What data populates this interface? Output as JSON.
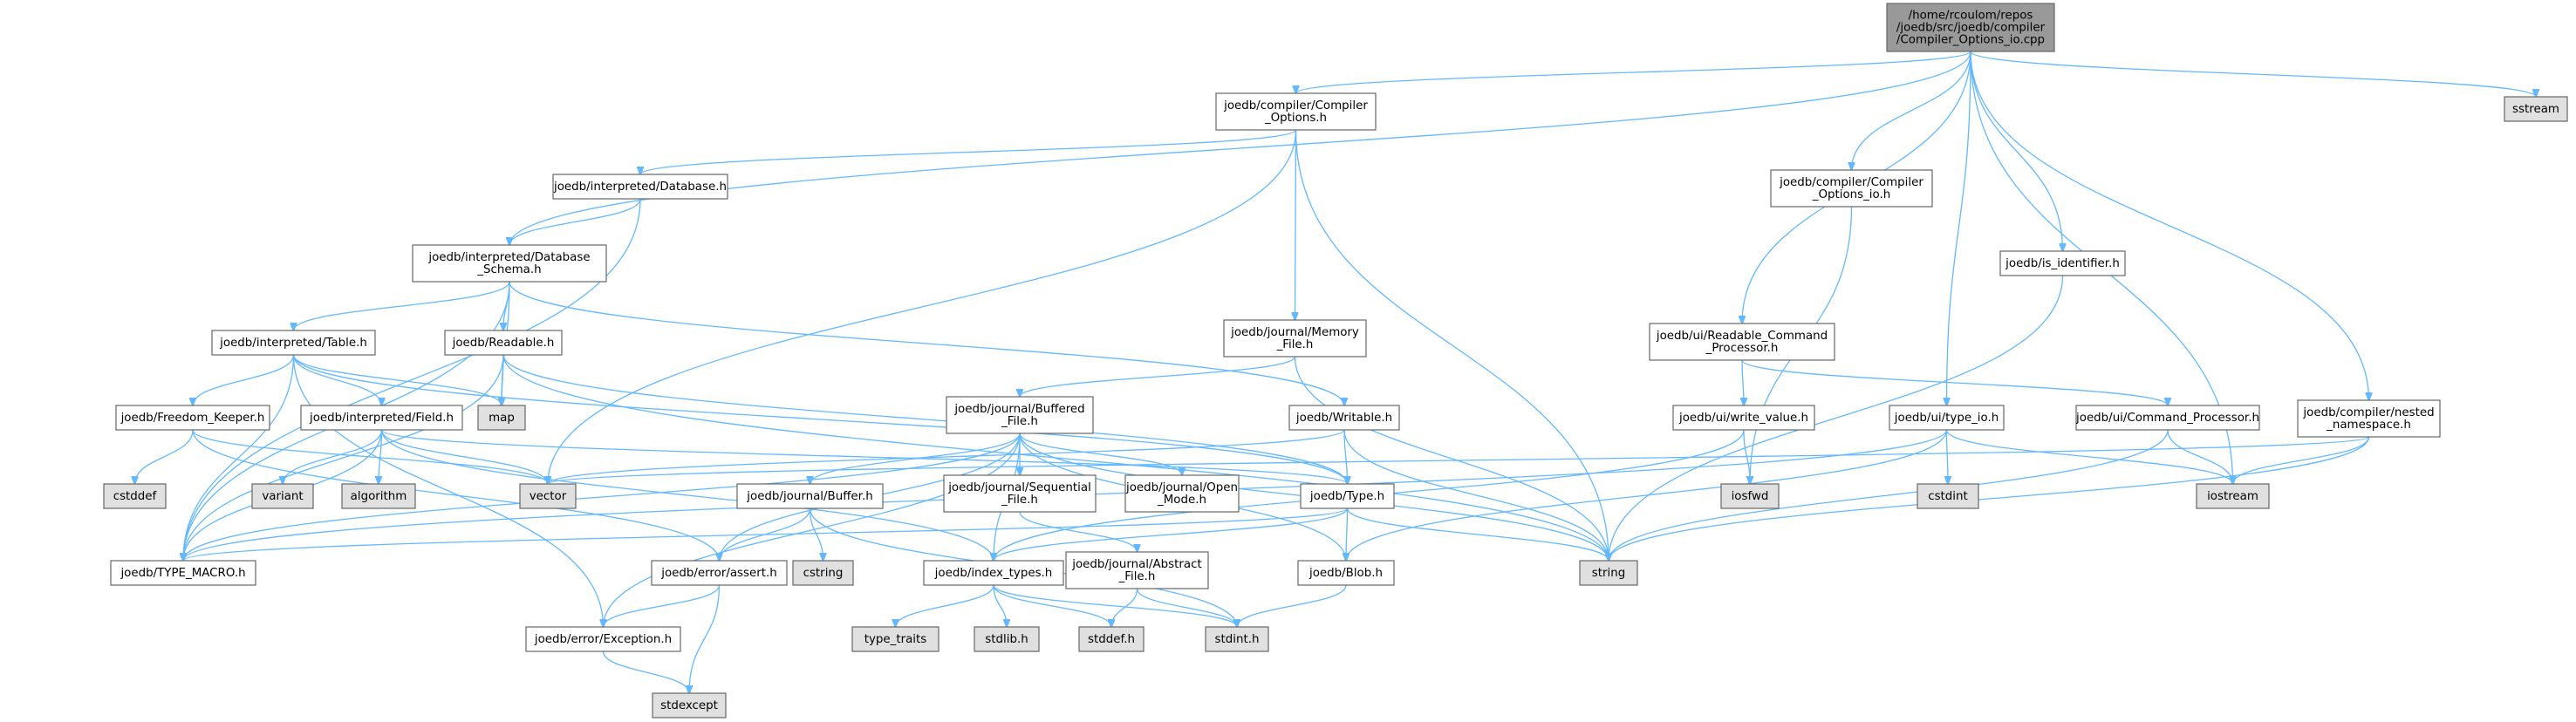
{
  "colors": {
    "background": "#ffffff",
    "edge": "#63B8FF",
    "node_fill": "#ffffff",
    "node_system_fill": "#E0E0E0",
    "node_root_fill": "#999999",
    "node_border": "#666666",
    "text": "#000000"
  },
  "nodes": [
    {
      "id": "root",
      "lines": [
        "/home/rcoulom/repos",
        "/joedb/src/joedb/compiler",
        "/Compiler_Options_io.cpp"
      ],
      "kind": "root"
    },
    {
      "id": "compiler_options",
      "lines": [
        "joedb/compiler/Compiler",
        "_Options.h"
      ],
      "kind": "header"
    },
    {
      "id": "compiler_options_io",
      "lines": [
        "joedb/compiler/Compiler",
        "_Options_io.h"
      ],
      "kind": "header"
    },
    {
      "id": "interp_database",
      "lines": [
        "joedb/interpreted/Database.h"
      ],
      "kind": "header"
    },
    {
      "id": "database_schema",
      "lines": [
        "joedb/interpreted/Database",
        "_Schema.h"
      ],
      "kind": "header"
    },
    {
      "id": "readable",
      "lines": [
        "joedb/Readable.h"
      ],
      "kind": "header"
    },
    {
      "id": "interp_table",
      "lines": [
        "joedb/interpreted/Table.h"
      ],
      "kind": "header"
    },
    {
      "id": "freedom_keeper",
      "lines": [
        "joedb/Freedom_Keeper.h"
      ],
      "kind": "header"
    },
    {
      "id": "interp_field",
      "lines": [
        "joedb/interpreted/Field.h"
      ],
      "kind": "header"
    },
    {
      "id": "memory_file",
      "lines": [
        "joedb/journal/Memory",
        "_File.h"
      ],
      "kind": "header"
    },
    {
      "id": "buffered_file",
      "lines": [
        "joedb/journal/Buffered",
        "_File.h"
      ],
      "kind": "header"
    },
    {
      "id": "writable",
      "lines": [
        "joedb/Writable.h"
      ],
      "kind": "header"
    },
    {
      "id": "buffer",
      "lines": [
        "joedb/journal/Buffer.h"
      ],
      "kind": "header"
    },
    {
      "id": "sequential_file",
      "lines": [
        "joedb/journal/Sequential",
        "_File.h"
      ],
      "kind": "header"
    },
    {
      "id": "open_mode",
      "lines": [
        "joedb/journal/Open",
        "_Mode.h"
      ],
      "kind": "header"
    },
    {
      "id": "type",
      "lines": [
        "joedb/Type.h"
      ],
      "kind": "header"
    },
    {
      "id": "abstract_file",
      "lines": [
        "joedb/journal/Abstract",
        "_File.h"
      ],
      "kind": "header"
    },
    {
      "id": "error_assert",
      "lines": [
        "joedb/error/assert.h"
      ],
      "kind": "header"
    },
    {
      "id": "index_types",
      "lines": [
        "joedb/index_types.h"
      ],
      "kind": "header"
    },
    {
      "id": "blob",
      "lines": [
        "joedb/Blob.h"
      ],
      "kind": "header"
    },
    {
      "id": "type_macro",
      "lines": [
        "joedb/TYPE_MACRO.h"
      ],
      "kind": "header"
    },
    {
      "id": "exception",
      "lines": [
        "joedb/error/Exception.h"
      ],
      "kind": "header"
    },
    {
      "id": "readable_cmd",
      "lines": [
        "joedb/ui/Readable_Command",
        "_Processor.h"
      ],
      "kind": "header"
    },
    {
      "id": "write_value",
      "lines": [
        "joedb/ui/write_value.h"
      ],
      "kind": "header"
    },
    {
      "id": "command_processor",
      "lines": [
        "joedb/ui/Command_Processor.h"
      ],
      "kind": "header"
    },
    {
      "id": "is_identifier",
      "lines": [
        "joedb/is_identifier.h"
      ],
      "kind": "header"
    },
    {
      "id": "type_io",
      "lines": [
        "joedb/ui/type_io.h"
      ],
      "kind": "header"
    },
    {
      "id": "nested_namespace",
      "lines": [
        "joedb/compiler/nested",
        "_namespace.h"
      ],
      "kind": "header"
    },
    {
      "id": "sstream",
      "lines": [
        "sstream"
      ],
      "kind": "system"
    },
    {
      "id": "map",
      "lines": [
        "map"
      ],
      "kind": "system"
    },
    {
      "id": "vector",
      "lines": [
        "vector"
      ],
      "kind": "system"
    },
    {
      "id": "cstddef",
      "lines": [
        "cstddef"
      ],
      "kind": "system"
    },
    {
      "id": "variant",
      "lines": [
        "variant"
      ],
      "kind": "system"
    },
    {
      "id": "algorithm",
      "lines": [
        "algorithm"
      ],
      "kind": "system"
    },
    {
      "id": "cstring",
      "lines": [
        "cstring"
      ],
      "kind": "system"
    },
    {
      "id": "type_traits",
      "lines": [
        "type_traits"
      ],
      "kind": "system"
    },
    {
      "id": "stdlib",
      "lines": [
        "stdlib.h"
      ],
      "kind": "system"
    },
    {
      "id": "stddef",
      "lines": [
        "stddef.h"
      ],
      "kind": "system"
    },
    {
      "id": "stdint",
      "lines": [
        "stdint.h"
      ],
      "kind": "system"
    },
    {
      "id": "stdexcept",
      "lines": [
        "stdexcept"
      ],
      "kind": "system"
    },
    {
      "id": "string",
      "lines": [
        "string"
      ],
      "kind": "system"
    },
    {
      "id": "iosfwd",
      "lines": [
        "iosfwd"
      ],
      "kind": "system"
    },
    {
      "id": "cstdint",
      "lines": [
        "cstdint"
      ],
      "kind": "system"
    },
    {
      "id": "iostream",
      "lines": [
        "iostream"
      ],
      "kind": "system"
    }
  ],
  "edges": [
    [
      "root",
      "compiler_options"
    ],
    [
      "root",
      "database_schema"
    ],
    [
      "root",
      "readable_cmd"
    ],
    [
      "root",
      "compiler_options_io"
    ],
    [
      "root",
      "is_identifier"
    ],
    [
      "root",
      "type_io"
    ],
    [
      "root",
      "nested_namespace"
    ],
    [
      "root",
      "sstream"
    ],
    [
      "root",
      "iostream"
    ],
    [
      "compiler_options",
      "interp_database"
    ],
    [
      "compiler_options",
      "memory_file"
    ],
    [
      "compiler_options",
      "vector"
    ],
    [
      "compiler_options",
      "string"
    ],
    [
      "interp_database",
      "database_schema"
    ],
    [
      "interp_database",
      "type_macro"
    ],
    [
      "database_schema",
      "interp_table"
    ],
    [
      "database_schema",
      "readable"
    ],
    [
      "database_schema",
      "writable"
    ],
    [
      "database_schema",
      "map"
    ],
    [
      "database_schema",
      "type_macro"
    ],
    [
      "interp_table",
      "freedom_keeper"
    ],
    [
      "interp_table",
      "interp_field"
    ],
    [
      "interp_table",
      "map"
    ],
    [
      "interp_table",
      "type_macro"
    ],
    [
      "interp_table",
      "exception"
    ],
    [
      "interp_table",
      "type"
    ],
    [
      "readable",
      "map"
    ],
    [
      "readable",
      "type"
    ],
    [
      "readable",
      "string"
    ],
    [
      "readable",
      "type_macro"
    ],
    [
      "freedom_keeper",
      "cstddef"
    ],
    [
      "freedom_keeper",
      "vector"
    ],
    [
      "freedom_keeper",
      "error_assert"
    ],
    [
      "interp_field",
      "variant"
    ],
    [
      "interp_field",
      "algorithm"
    ],
    [
      "interp_field",
      "vector"
    ],
    [
      "interp_field",
      "type"
    ],
    [
      "interp_field",
      "type_macro"
    ],
    [
      "interp_field",
      "index_types"
    ],
    [
      "memory_file",
      "buffered_file"
    ],
    [
      "memory_file",
      "string"
    ],
    [
      "buffered_file",
      "buffer"
    ],
    [
      "buffered_file",
      "sequential_file"
    ],
    [
      "buffered_file",
      "open_mode"
    ],
    [
      "buffered_file",
      "index_types"
    ],
    [
      "buffered_file",
      "blob"
    ],
    [
      "buffered_file",
      "error_assert"
    ],
    [
      "buffered_file",
      "exception"
    ],
    [
      "buffered_file",
      "string"
    ],
    [
      "buffered_file",
      "type_macro"
    ],
    [
      "writable",
      "type"
    ],
    [
      "writable",
      "string"
    ],
    [
      "writable",
      "vector"
    ],
    [
      "buffer",
      "error_assert"
    ],
    [
      "buffer",
      "cstring"
    ],
    [
      "buffer",
      "stdint"
    ],
    [
      "sequential_file",
      "abstract_file"
    ],
    [
      "abstract_file",
      "stddef"
    ],
    [
      "abstract_file",
      "stdint"
    ],
    [
      "type",
      "index_types"
    ],
    [
      "type",
      "blob"
    ],
    [
      "type",
      "string"
    ],
    [
      "type",
      "type_macro"
    ],
    [
      "error_assert",
      "exception"
    ],
    [
      "error_assert",
      "stdexcept"
    ],
    [
      "index_types",
      "type_traits"
    ],
    [
      "index_types",
      "stdlib"
    ],
    [
      "index_types",
      "stddef"
    ],
    [
      "index_types",
      "stdint"
    ],
    [
      "blob",
      "stdint"
    ],
    [
      "exception",
      "stdexcept"
    ],
    [
      "compiler_options_io",
      "iosfwd"
    ],
    [
      "readable_cmd",
      "write_value"
    ],
    [
      "readable_cmd",
      "command_processor"
    ],
    [
      "write_value",
      "iosfwd"
    ],
    [
      "write_value",
      "index_types"
    ],
    [
      "command_processor",
      "iostream"
    ],
    [
      "command_processor",
      "string"
    ],
    [
      "is_identifier",
      "string"
    ],
    [
      "type_io",
      "cstdint"
    ],
    [
      "type_io",
      "iostream"
    ],
    [
      "type_io",
      "type_macro"
    ],
    [
      "type_io",
      "blob"
    ],
    [
      "nested_namespace",
      "iostream"
    ],
    [
      "nested_namespace",
      "string"
    ],
    [
      "nested_namespace",
      "vector"
    ]
  ]
}
